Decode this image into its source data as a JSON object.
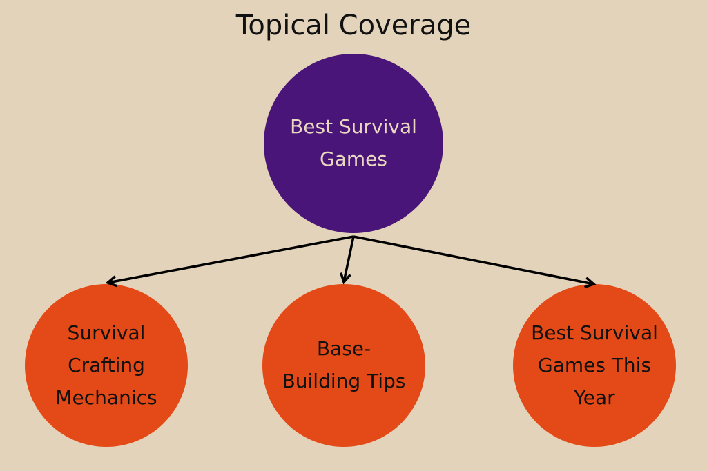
{
  "title": "Topical Coverage",
  "root": {
    "label_lines": [
      "Best Survival",
      "Games"
    ],
    "color": "#4a1578",
    "text_color": "#e9d8c0"
  },
  "children": [
    {
      "label_lines": [
        "Survival",
        "Crafting",
        "Mechanics"
      ],
      "color": "#e44a17"
    },
    {
      "label_lines": [
        "Base-",
        "Building Tips"
      ],
      "color": "#e44a17"
    },
    {
      "label_lines": [
        "Best Survival",
        "Games This",
        "Year"
      ],
      "color": "#e44a17"
    }
  ],
  "colors": {
    "background": "#e4d3bb",
    "arrow": "#000000"
  }
}
